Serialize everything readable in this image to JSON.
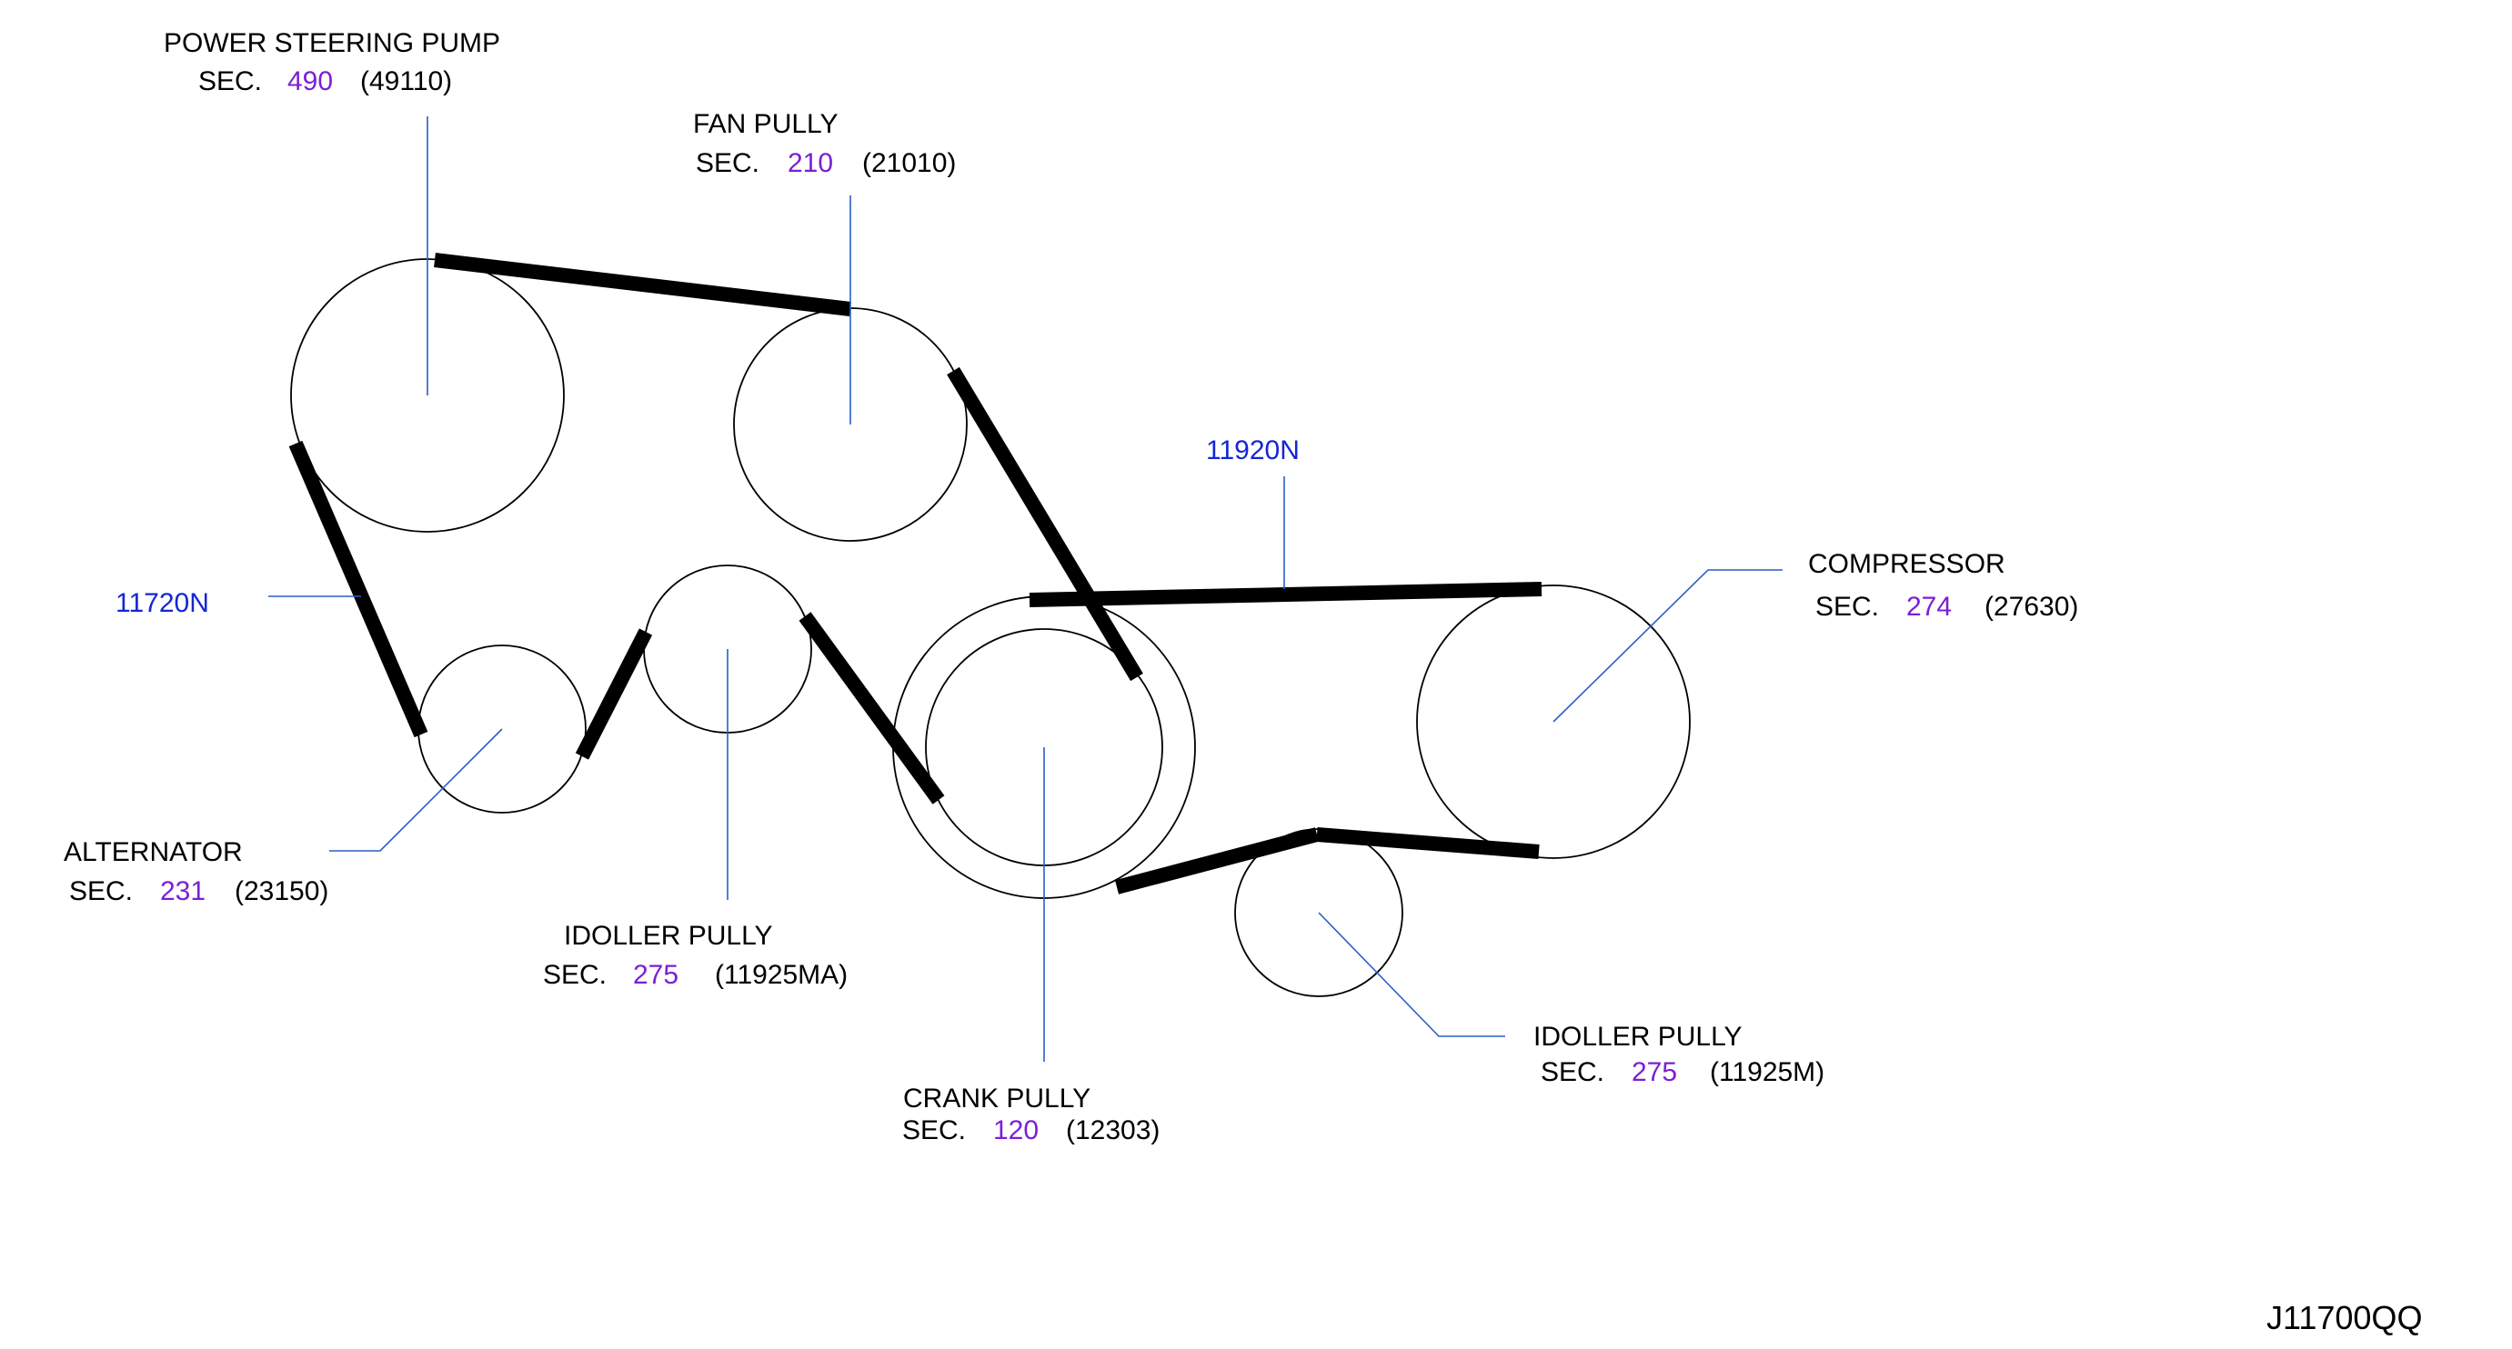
{
  "components": [
    {
      "id": "power-steering-pump",
      "name": "POWER  STEERING  PUMP",
      "sec_prefix": "SEC.",
      "sec_number": "490",
      "part_code": "(49110)"
    },
    {
      "id": "fan-pully",
      "name": "FAN  PULLY",
      "sec_prefix": "SEC.",
      "sec_number": "210",
      "part_code": "(21010)"
    },
    {
      "id": "compressor",
      "name": "COMPRESSOR",
      "sec_prefix": "SEC.",
      "sec_number": "274",
      "part_code": "(27630)"
    },
    {
      "id": "alternator",
      "name": "ALTERNATOR",
      "sec_prefix": "SEC.",
      "sec_number": "231",
      "part_code": "(23150)"
    },
    {
      "id": "idoller-pully-upper",
      "name": "IDOLLER  PULLY",
      "sec_prefix": "SEC.",
      "sec_number": "275",
      "part_code": "(11925MA)"
    },
    {
      "id": "crank-pully",
      "name": "CRANK  PULLY",
      "sec_prefix": "SEC.",
      "sec_number": "120",
      "part_code": "(12303)"
    },
    {
      "id": "idoller-pully-lower",
      "name": "IDOLLER  PULLY",
      "sec_prefix": "SEC.",
      "sec_number": "275",
      "part_code": "(11925M)"
    }
  ],
  "belts": [
    {
      "id": "belt-11720n",
      "label": "11720N"
    },
    {
      "id": "belt-11920n",
      "label": "11920N"
    }
  ],
  "diagram_code": "J11700QQ",
  "colors": {
    "sec_number": "#7a1fd6",
    "belt_label": "#1426d6",
    "leader_line": "#2a5fc4",
    "belt": "#000000"
  }
}
